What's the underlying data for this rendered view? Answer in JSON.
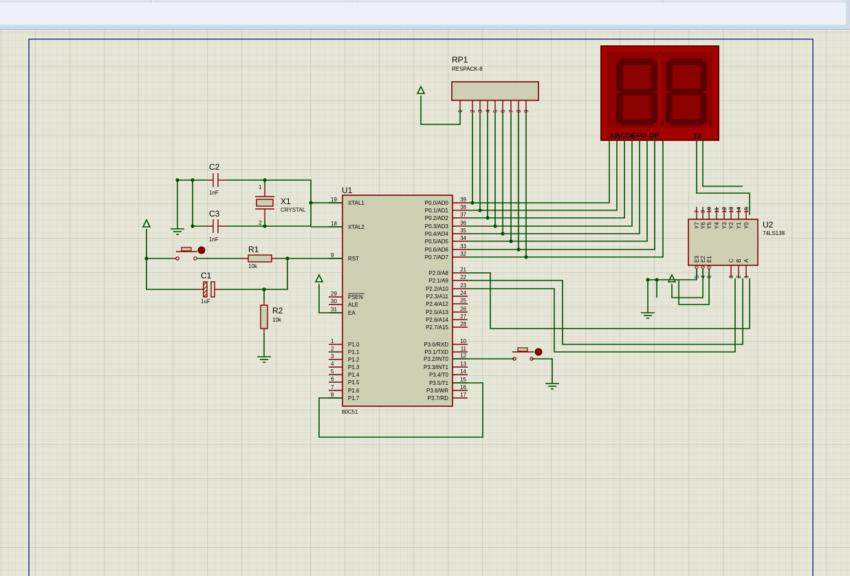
{
  "window": {
    "title": ""
  },
  "components": {
    "rp1": {
      "ref": "RP1",
      "value": "RESPACK-8",
      "pins": [
        "1",
        "2",
        "3",
        "4",
        "5",
        "6",
        "7",
        "8",
        "9"
      ]
    },
    "c2": {
      "ref": "C2",
      "value": "1nF"
    },
    "c3": {
      "ref": "C3",
      "value": "1nF"
    },
    "x1": {
      "ref": "X1",
      "value": "CRYSTAL"
    },
    "r1": {
      "ref": "R1",
      "value": "10k"
    },
    "c1": {
      "ref": "C1",
      "value": "1uF"
    },
    "r2": {
      "ref": "R2",
      "value": "10k"
    },
    "u1": {
      "ref": "U1",
      "value": "80C51",
      "left_pins": [
        {
          "num": "19",
          "name": "XTAL1"
        },
        {
          "num": "18",
          "name": "XTAL2"
        },
        {
          "num": "9",
          "name": "RST"
        },
        {
          "num": "29",
          "name": "PSEN"
        },
        {
          "num": "30",
          "name": "ALE"
        },
        {
          "num": "31",
          "name": "EA"
        },
        {
          "num": "1",
          "name": "P1.0"
        },
        {
          "num": "2",
          "name": "P1.1"
        },
        {
          "num": "3",
          "name": "P1.2"
        },
        {
          "num": "4",
          "name": "P1.3"
        },
        {
          "num": "5",
          "name": "P1.4"
        },
        {
          "num": "6",
          "name": "P1.5"
        },
        {
          "num": "7",
          "name": "P1.6"
        },
        {
          "num": "8",
          "name": "P1.7"
        }
      ],
      "right_pins": [
        {
          "num": "39",
          "name": "P0.0/AD0"
        },
        {
          "num": "38",
          "name": "P0.1/AD1"
        },
        {
          "num": "37",
          "name": "P0.2/AD2"
        },
        {
          "num": "36",
          "name": "P0.3/AD3"
        },
        {
          "num": "35",
          "name": "P0.4/AD4"
        },
        {
          "num": "34",
          "name": "P0.5/AD5"
        },
        {
          "num": "33",
          "name": "P0.6/AD6"
        },
        {
          "num": "32",
          "name": "P0.7/AD7"
        },
        {
          "num": "21",
          "name": "P2.0/A8"
        },
        {
          "num": "22",
          "name": "P2.1/A9"
        },
        {
          "num": "23",
          "name": "P2.2/A10"
        },
        {
          "num": "24",
          "name": "P2.3/A11"
        },
        {
          "num": "25",
          "name": "P2.4/A12"
        },
        {
          "num": "26",
          "name": "P2.5/A13"
        },
        {
          "num": "27",
          "name": "P2.6/A14"
        },
        {
          "num": "28",
          "name": "P2.7/A15"
        },
        {
          "num": "10",
          "name": "P3.0/RXD"
        },
        {
          "num": "11",
          "name": "P3.1/TXD"
        },
        {
          "num": "12",
          "name": "P3.2/INT0"
        },
        {
          "num": "13",
          "name": "P3.3/INT1"
        },
        {
          "num": "14",
          "name": "P3.4/T0"
        },
        {
          "num": "15",
          "name": "P3.5/T1"
        },
        {
          "num": "16",
          "name": "P3.6/WR"
        },
        {
          "num": "17",
          "name": "P3.7/RD"
        }
      ]
    },
    "display": {
      "seg_label": "ABCDEFG DP",
      "digit_label": "12"
    },
    "u2": {
      "ref": "U2",
      "value": "74LS138",
      "top_pins": [
        {
          "num": "7",
          "name": "Y7"
        },
        {
          "num": "9",
          "name": "Y6"
        },
        {
          "num": "10",
          "name": "Y5"
        },
        {
          "num": "11",
          "name": "Y4"
        },
        {
          "num": "12",
          "name": "Y3"
        },
        {
          "num": "13",
          "name": "Y2"
        },
        {
          "num": "14",
          "name": "Y1"
        },
        {
          "num": "15",
          "name": "Y0"
        }
      ],
      "bottom_pins": [
        {
          "num": "5",
          "name": "E3"
        },
        {
          "num": "4",
          "name": "E2"
        },
        {
          "num": "6",
          "name": "E1"
        },
        {
          "num": "3",
          "name": "C"
        },
        {
          "num": "2",
          "name": "B"
        },
        {
          "num": "1",
          "name": "A"
        }
      ]
    }
  },
  "colors": {
    "grid_bg": "#e6e6d6",
    "grid_line": "#c8c8b4",
    "wire": "#004d00",
    "component": "#7a0000",
    "component_fill": "#cfcfb4",
    "sheet_border": "#00008b",
    "seg_fill": "#8c0000",
    "display_bg": "#a30000"
  }
}
